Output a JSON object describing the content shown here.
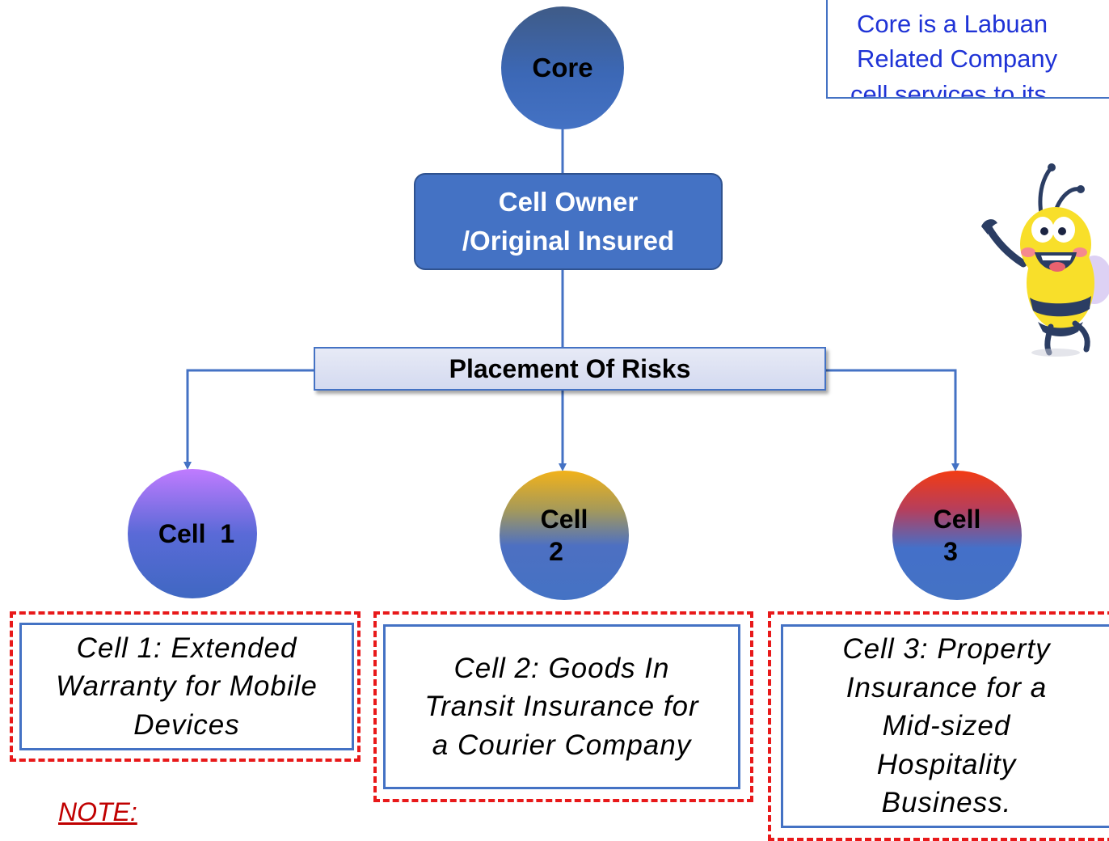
{
  "core": {
    "label": "Core"
  },
  "owner": {
    "line1": "Cell Owner",
    "line2": "/Original Insured"
  },
  "placement": {
    "label": "Placement Of Risks"
  },
  "info": {
    "line1": "Core is a Labuan",
    "line2": "Related Company",
    "line3": "cell services to its"
  },
  "cells": [
    {
      "circle_line1": "Cell  1",
      "circle_line2": "",
      "description": "Cell 1: Extended Warranty for Mobile Devices",
      "gradient_top": "#c07bff"
    },
    {
      "circle_line1": "Cell",
      "circle_line2": "2",
      "description": "Cell 2: Goods In Transit Insurance for a Courier Company",
      "gradient_top": "#f2b21a"
    },
    {
      "circle_line1": "Cell",
      "circle_line2": "3",
      "description": "Cell 3: Property Insurance for a Mid-sized Hospitality Business.",
      "gradient_top": "#f33b13"
    }
  ],
  "note": {
    "label": "NOTE:"
  },
  "mascot": {
    "icon": "bee-mascot-icon"
  },
  "colors": {
    "accent": "#4472c4",
    "dashed_border": "#e8191a",
    "info_text": "#1f33d6",
    "note_text": "#c00000"
  }
}
